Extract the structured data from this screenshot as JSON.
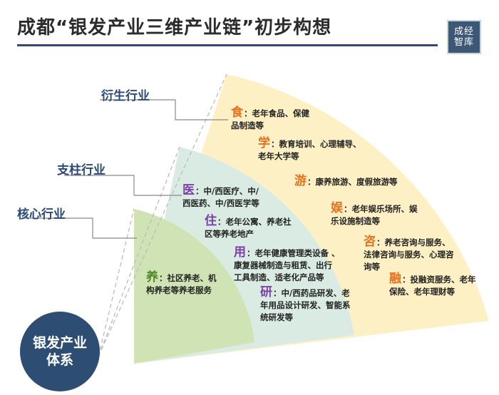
{
  "title": "成都“银发产业三维产业链”初步构想",
  "logo": {
    "line1": "成经",
    "line2": "智库"
  },
  "tiers": {
    "derivative": "衍生行业",
    "pillar": "支柱行业",
    "core": "核心行业"
  },
  "center": {
    "line1": "银发产业",
    "line2": "体系"
  },
  "derivative_items": [
    {
      "char": "食",
      "text1": "老年食品、保健",
      "text2": "品制造等"
    },
    {
      "char": "学",
      "text1": "教育培训、心理辅导、",
      "text2": "老年大学等"
    },
    {
      "char": "游",
      "text1": "康养旅游、度假旅游等",
      "text2": ""
    },
    {
      "char": "娱",
      "text1": "老年娱乐场所、娱",
      "text2": "乐设施制造等"
    },
    {
      "char": "咨",
      "text1": "养老咨询与服务、",
      "text2": "法律咨询与服务、心理咨",
      "text3": "询等"
    },
    {
      "char": "融",
      "text1": "投融资服务、老年",
      "text2": "保险、老年理财等"
    }
  ],
  "pillar_items": [
    {
      "char": "医",
      "text1": "中/西医疗、中/",
      "text2": "西医药、中/西医学等"
    },
    {
      "char": "住",
      "text1": "老年公寓、养老社",
      "text2": "区等养老地产"
    },
    {
      "char": "用",
      "text1": "老年健康管理类设备 、",
      "text2": "康复器械制造与租赁、出行",
      "text3": "工具制造、适老化产品等"
    },
    {
      "char": "研",
      "text1": "中/西药品研发、老",
      "text2": "年用品设计研发、智能系",
      "text3": "统研发等"
    }
  ],
  "core_items": [
    {
      "char": "养",
      "text1": "社区养老、机",
      "text2": "构养老等养老服务"
    }
  ],
  "colors": {
    "derivative": "#fdf0c4",
    "pillar": "#d9ebe3",
    "core": "#cfe3b4",
    "accent": "#2e4d73"
  }
}
